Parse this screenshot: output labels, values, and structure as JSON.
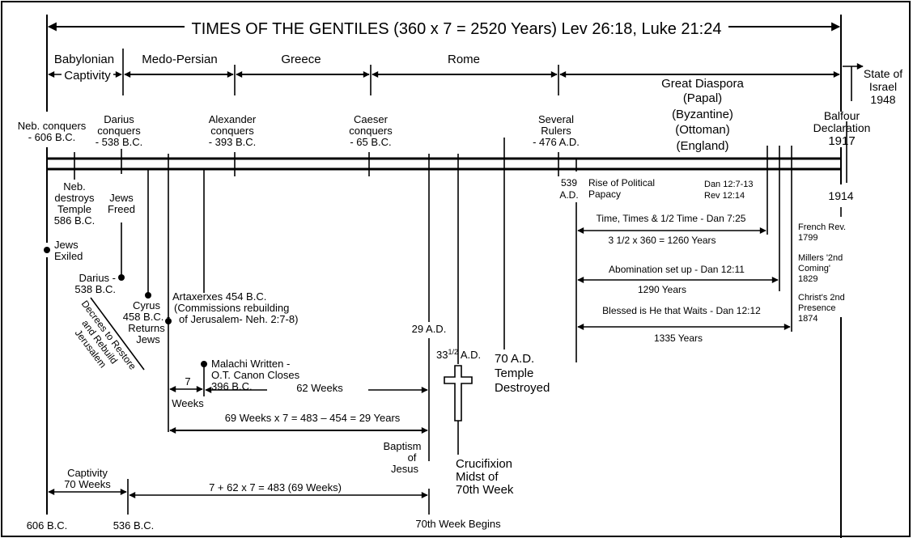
{
  "title": "TIMES OF THE GENTILES (360 x 7 = 2520 Years) Lev 26:18, Luke 21:24",
  "eras": {
    "babylonian": "Babylonian",
    "captivity": "Captivity",
    "medo_persian": "Medo-Persian",
    "greece": "Greece",
    "rome": "Rome",
    "great_diaspora": "Great Diaspora",
    "papal": "(Papal)",
    "byzantine": "(Byzantine)",
    "ottoman": "(Ottoman)",
    "england": "(England)",
    "state_of_israel": [
      "State of",
      "Israel",
      "1948"
    ]
  },
  "events": {
    "neb_conquers": [
      "Neb. conquers",
      "- 606 B.C."
    ],
    "darius_conquers": [
      "Darius",
      "conquers",
      "- 538 B.C."
    ],
    "alexander_conquers": [
      "Alexander",
      "conquers",
      "- 393 B.C."
    ],
    "caeser_conquers": [
      "Caeser",
      "conquers",
      "- 65 B.C."
    ],
    "several_rulers": [
      "Several",
      "Rulers",
      "- 476 A.D."
    ],
    "balfour": [
      "Balfour",
      "Declaration",
      "1917"
    ],
    "neb_destroys": [
      "Neb.",
      "destroys",
      "Temple",
      "586 B.C."
    ],
    "jews_freed": [
      "Jews",
      "Freed"
    ],
    "jews_exiled": [
      "Jews",
      "Exiled"
    ],
    "darius_538": [
      "Darius -",
      "538 B.C."
    ],
    "cyrus": [
      "Cyrus",
      "458 B.C. -",
      "Returns",
      "Jews"
    ],
    "decrees": [
      "Decrees to Restore",
      "and Rebuild",
      "Jerusalem"
    ],
    "artaxerxes": [
      "Artaxerxes 454 B.C.",
      "(Commissions rebuilding",
      "of Jerusalem- Neh. 2:7-8)"
    ],
    "malachi": [
      "Malachi Written -",
      "O.T. Canon Closes",
      "396 B.C."
    ],
    "ad29": "29 A.D.",
    "ad33_num": "33",
    "ad33_sup": "1/2",
    "ad33_suffix": " A.D.",
    "temple_destroyed": [
      "70 A.D.",
      "Temple",
      "Destroyed"
    ],
    "crucifixion": [
      "Crucifixion",
      "Midst of",
      "70th Week"
    ],
    "baptism": [
      "Baptism",
      "of",
      "Jesus"
    ],
    "seventieth_begins": "70th Week Begins",
    "ad539": [
      "539",
      "A.D."
    ],
    "papacy": [
      "Rise of Political",
      "Papacy"
    ],
    "dan_rev": [
      "Dan 12:7-13",
      "Rev 12:14"
    ],
    "y1914": "1914",
    "french_rev": [
      "French Rev.",
      "1799"
    ],
    "millers": [
      "Millers '2nd",
      "Coming'",
      "1829"
    ],
    "christs_presence": [
      "Christ's 2nd",
      "Presence",
      "1874"
    ]
  },
  "spans": {
    "seven": "7",
    "weeks": "Weeks",
    "sixty_two": "62 Weeks",
    "sixty_nine": "69 Weeks x 7 = 483 – 454 = 29 Years",
    "captivity70": [
      "Captivity",
      "70 Weeks"
    ],
    "formula483": "7 + 62 x 7 = 483 (69 Weeks)",
    "time_times": "Time, Times & 1/2 Time - Dan 7:25",
    "y1260": "3 1/2 x 360 = 1260 Years",
    "abomination": "Abomination set up - Dan 12:11",
    "y1290": "1290 Years",
    "blessed": "Blessed is He that Waits - Dan 12:12",
    "y1335": "1335 Years"
  },
  "bottom": {
    "bc606": "606 B.C.",
    "bc536": "536 B.C."
  }
}
